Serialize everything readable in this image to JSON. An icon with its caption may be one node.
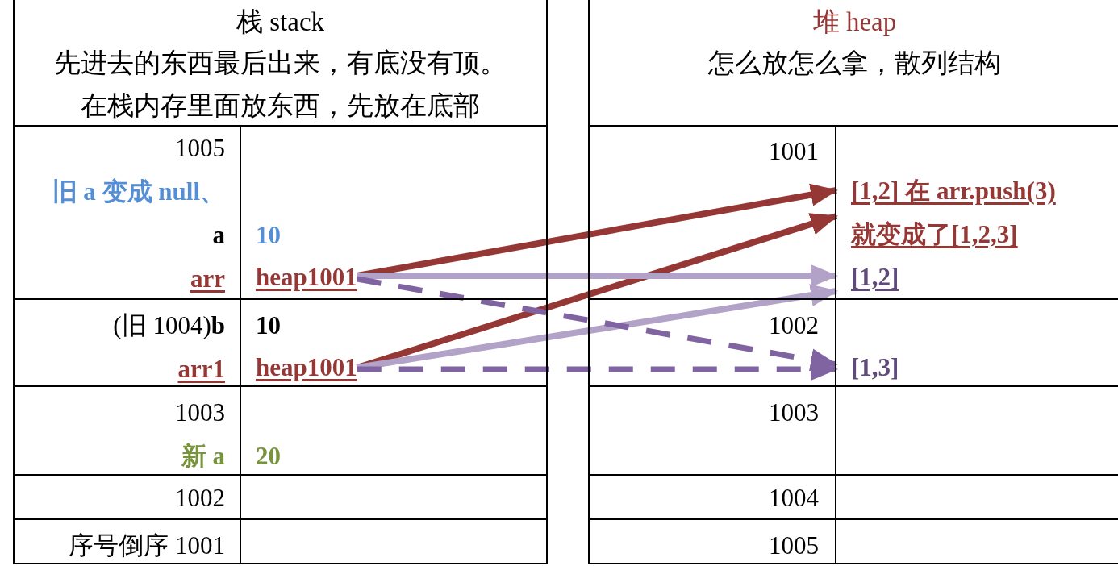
{
  "diagram": {
    "nodes": [
      {
        "text": [
          "栈 stack",
          "先进去的东西最后出来，有底没有顶。在栈内存里面放东西，先放在底部"
        ]
      },
      {
        "text": [
          "1005",
          "旧 a 变成 null、",
          "a",
          "arr"
        ]
      },
      {
        "text": [
          "10"
        ]
      },
      {
        "text": [
          "heap1001"
        ],
        "in": 2
      },
      {
        "text": [
          "(旧 1004)**b**",
          "arr1"
        ]
      },
      {
        "text": [
          "10"
        ]
      },
      {
        "text": [
          "heap1001"
        ],
        "in": 5
      },
      {
        "text": [
          "1003",
          "新 a"
        ]
      },
      {
        "text": [
          "20"
        ]
      },
      {
        "text": [
          "1002"
        ]
      },
      {
        "text": [],
        "shape": "box"
      },
      {
        "text": [
          "序号倒序 1001"
        ]
      },
      {
        "text": [],
        "shape": "box"
      },
      {
        "text": [
          "堆 heap",
          "怎么放怎么拿，散列结构"
        ]
      },
      {
        "text": [
          "1001"
        ]
      },
      {
        "text": [
          "[1,2] 在 arr.push(3) 就变成了[1,2,3]"
        ],
        "in": 14
      },
      {
        "text": [
          "[1,2]"
        ],
        "in": 14
      },
      {
        "text": [
          "1002"
        ]
      },
      {
        "text": [
          "[1,3]"
        ],
        "in": 17
      },
      {
        "text": [
          "1003"
        ]
      },
      {
        "text": [
          "1004"
        ]
      },
      {
        "text": [
          "1005"
        ]
      }
    ],
    "edges": [
      {
        "from": 3,
        "to": 15,
        "arrow": "to",
        "color": "#953735"
      },
      {
        "from": 6,
        "to": 15,
        "arrow": "to",
        "color": "#953735"
      },
      {
        "from": 3,
        "to": 16,
        "arrow": "to",
        "color": "#b3a2c7"
      },
      {
        "from": 6,
        "to": 16,
        "arrow": "to",
        "color": "#b3a2c7"
      },
      {
        "from": 3,
        "to": 18,
        "arrow": "to",
        "style": "dashed",
        "color": "#8064a2"
      },
      {
        "from": 6,
        "to": 18,
        "arrow": "to",
        "style": "dashed",
        "color": "#8064a2"
      }
    ]
  }
}
